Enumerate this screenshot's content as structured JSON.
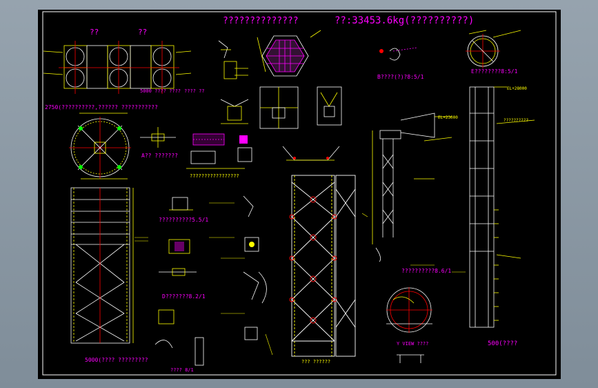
{
  "title": {
    "left": "??????????????",
    "right": "??:33453.6kg(??????????)"
  },
  "labels": {
    "top_left_marks": [
      "??",
      "??"
    ],
    "view_b": "B????(?)?8:5/1",
    "view_e": "E????????8:5/1",
    "circle_plan": "2750(??????????,?????? ???????????",
    "small_a": "A?? ???????",
    "detail_1": "??????????5.5/1",
    "detail_2": "D???????8.2/1",
    "detail_3": "??????????8.6/1",
    "detail_4": "5000??????????",
    "detail_5": "5000(???? ?????????",
    "side_note": "????? ????",
    "bottom_mid": "??? ??????",
    "bottom_right": "500(????",
    "bottom_scale": "???? 8/1",
    "elev_label": "EL+23000",
    "top_elev": "EL+28000",
    "y_view": "Y VIEW ????",
    "note_a": "??????????",
    "note_b": "?????????????????"
  },
  "colors": {
    "background": "#000000",
    "frame": "#ffffff",
    "yellow": "#ffff00",
    "magenta": "#ff00ff",
    "red": "#ff0000",
    "white": "#ffffff",
    "cyan": "#00ffff",
    "green": "#00ff00"
  }
}
